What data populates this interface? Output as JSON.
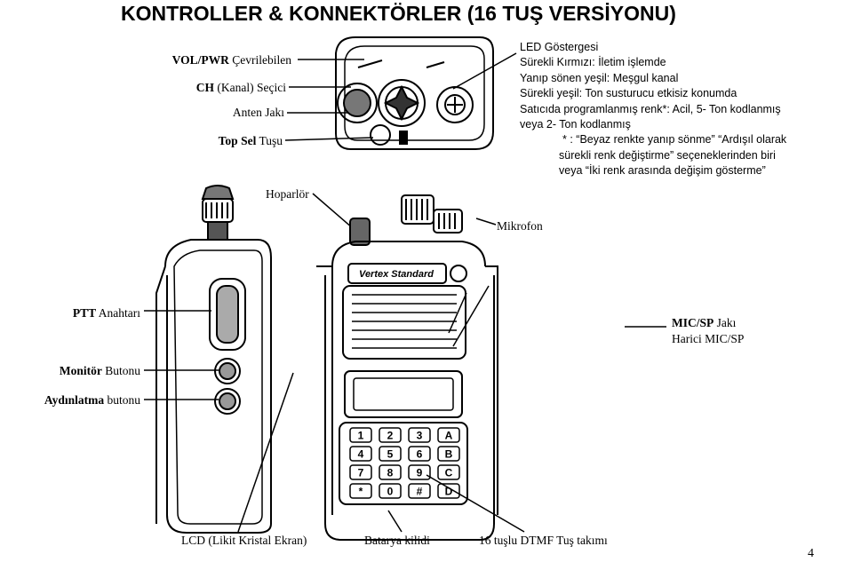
{
  "title": "KONTROLLER & KONNEKTÖRLER (16 TUŞ VERSİYONU)",
  "labels": {
    "vol_bold": "VOL/PWR",
    "vol_rest": " Çevrilebilen",
    "ch_bold": "CH",
    "ch_rest": " (Kanal) Seçici",
    "antenna": "Anten Jakı",
    "topsel_bold": "Top Sel",
    "topsel_rest": " Tuşu",
    "speaker": "Hoparlör",
    "microphone": "Mikrofon",
    "ptt_bold": "PTT",
    "ptt_rest": " Anahtarı",
    "monitor_bold": "Monitör",
    "monitor_rest": " Butonu",
    "light_bold": "Aydınlatma",
    "light_rest": " butonu",
    "micsp_bold": "MIC/SP",
    "micsp_rest": " Jakı",
    "micsp_line2": "Harici MIC/SP",
    "lcd": "LCD (Likit Kristal Ekran)",
    "battery": "Batarya kilidi",
    "keypad": "16 tuşlu DTMF Tuş takımı"
  },
  "led_lines": [
    "LED Göstergesi",
    "Sürekli Kırmızı: İletim işlemde",
    "Yanıp sönen yeşil: Meşgul kanal",
    "Sürekli yeşil: Ton susturucu etkisiz konumda",
    "Satıcıda programlanmış renk*: Acil, 5- Ton kodlanmış",
    "veya 2- Ton kodlanmış",
    "* : “Beyaz renkte yanıp sönme” “Ardışıl olarak",
    "sürekli renk değiştirme” seçeneklerinden biri",
    "veya “İki renk arasında değişim gösterme”"
  ],
  "brand": "Vertex Standard",
  "keypad_keys": [
    "1",
    "2",
    "3",
    "A",
    "4",
    "5",
    "6",
    "B",
    "7",
    "8",
    "9",
    "C",
    "*",
    "0",
    "#",
    "D"
  ],
  "page_number": "4"
}
